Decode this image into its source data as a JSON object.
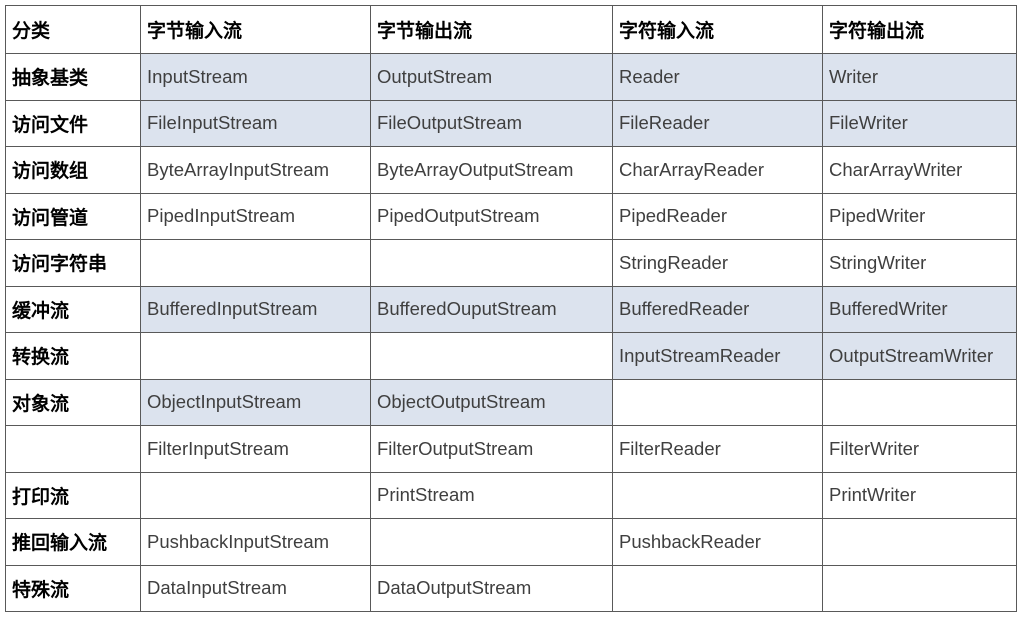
{
  "table": {
    "columns": [
      "分类",
      "字节输入流",
      "字节输出流",
      "字符输入流",
      "字符输出流"
    ],
    "rows": [
      {
        "category": "抽象基类",
        "cells": [
          "InputStream",
          "OutputStream",
          "Reader",
          "Writer"
        ],
        "shaded": [
          true,
          true,
          true,
          true
        ]
      },
      {
        "category": "访问文件",
        "cells": [
          "FileInputStream",
          "FileOutputStream",
          "FileReader",
          "FileWriter"
        ],
        "shaded": [
          true,
          true,
          true,
          true
        ]
      },
      {
        "category": "访问数组",
        "cells": [
          "ByteArrayInputStream",
          "ByteArrayOutputStream",
          "CharArrayReader",
          "CharArrayWriter"
        ],
        "shaded": [
          false,
          false,
          false,
          false
        ]
      },
      {
        "category": "访问管道",
        "cells": [
          "PipedInputStream",
          "PipedOutputStream",
          "PipedReader",
          "PipedWriter"
        ],
        "shaded": [
          false,
          false,
          false,
          false
        ]
      },
      {
        "category": "访问字符串",
        "cells": [
          "",
          "",
          "StringReader",
          "StringWriter"
        ],
        "shaded": [
          false,
          false,
          false,
          false
        ]
      },
      {
        "category": "缓冲流",
        "cells": [
          "BufferedInputStream",
          "BufferedOuputStream",
          "BufferedReader",
          "BufferedWriter"
        ],
        "shaded": [
          true,
          true,
          true,
          true
        ]
      },
      {
        "category": "转换流",
        "cells": [
          "",
          "",
          "InputStreamReader",
          "OutputStreamWriter"
        ],
        "shaded": [
          false,
          false,
          true,
          true
        ]
      },
      {
        "category": "对象流",
        "cells": [
          "ObjectInputStream",
          "ObjectOutputStream",
          "",
          ""
        ],
        "shaded": [
          true,
          true,
          false,
          false
        ]
      },
      {
        "category": "",
        "cells": [
          "FilterInputStream",
          "FilterOutputStream",
          "FilterReader",
          "FilterWriter"
        ],
        "shaded": [
          false,
          false,
          false,
          false
        ]
      },
      {
        "category": "打印流",
        "cells": [
          "",
          "PrintStream",
          "",
          "PrintWriter"
        ],
        "shaded": [
          false,
          false,
          false,
          false
        ]
      },
      {
        "category": "推回输入流",
        "cells": [
          "PushbackInputStream",
          "",
          "PushbackReader",
          ""
        ],
        "shaded": [
          false,
          false,
          false,
          false
        ]
      },
      {
        "category": "特殊流",
        "cells": [
          "DataInputStream",
          "DataOutputStream",
          "",
          ""
        ],
        "shaded": [
          false,
          false,
          false,
          false
        ]
      }
    ],
    "colors": {
      "shade": "#dce3ee",
      "border": "#595959",
      "header_text": "#000000",
      "value_text": "#3f3f3f",
      "background": "#ffffff"
    }
  }
}
